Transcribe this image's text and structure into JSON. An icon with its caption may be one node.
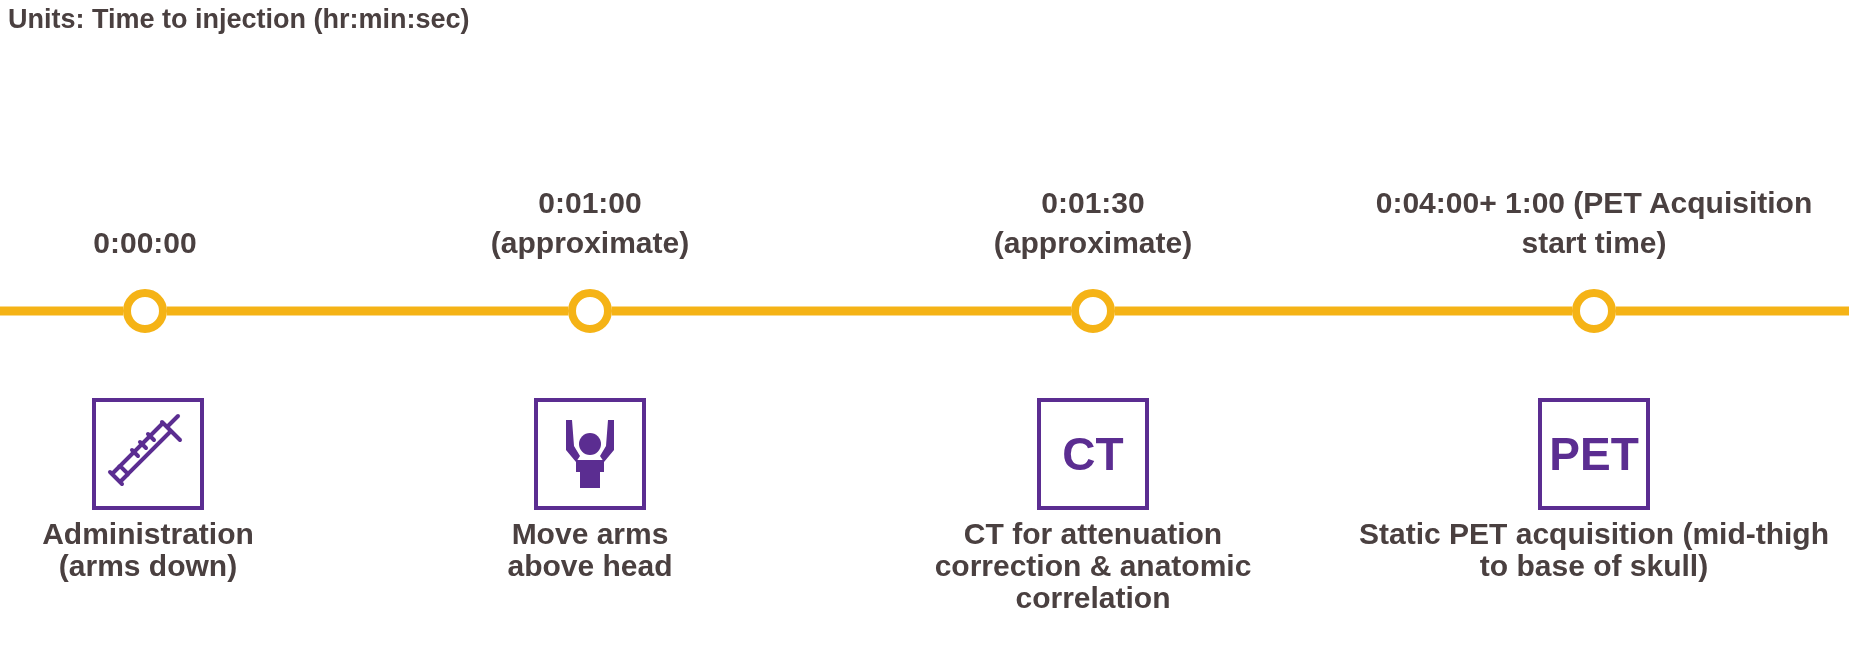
{
  "diagram": {
    "title": "Units: Time to injection (hr:min:sec)",
    "nodes": [
      {
        "text": [],
        "shape": "circle",
        "beside": [
          "0:00:00"
        ]
      },
      {
        "text": [],
        "shape": "circle",
        "beside": [
          "0:01:00 (approximate)"
        ]
      },
      {
        "text": [],
        "shape": "circle",
        "beside": [
          "0:01:30 (approximate)"
        ]
      },
      {
        "text": [],
        "shape": "circle",
        "beside": [
          "0:04:00+ 1:00 (PET Acquisition start time)"
        ]
      },
      {
        "text": [
          "Administration (arms down)"
        ]
      },
      {
        "text": [
          "Move arms above head"
        ]
      },
      {
        "text": [
          "CT",
          "CT for attenuation correction & anatomic correlation"
        ]
      },
      {
        "text": [
          "PET",
          "Static PET acquisition (mid-thigh to base of skull)"
        ]
      }
    ],
    "edges": [
      {
        "from": null,
        "to": 0,
        "arrow": "none"
      },
      {
        "from": 0,
        "to": 1,
        "arrow": "none"
      },
      {
        "from": 1,
        "to": 2,
        "arrow": "none"
      },
      {
        "from": 2,
        "to": 3,
        "arrow": "none"
      },
      {
        "from": 3,
        "to": null,
        "arrow": "none"
      }
    ]
  }
}
